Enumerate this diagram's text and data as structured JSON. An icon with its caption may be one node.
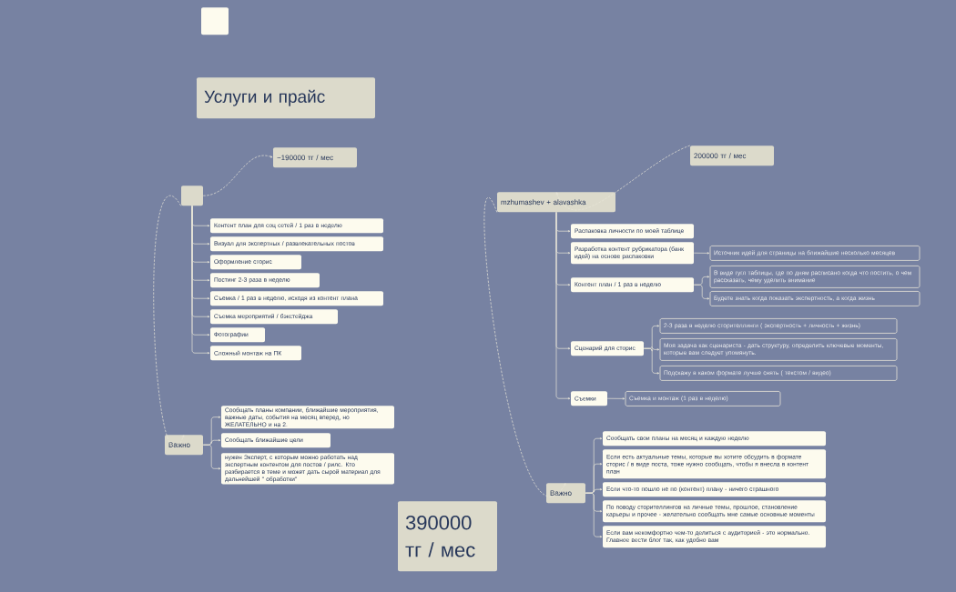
{
  "diagram": {
    "nodes": [
      {
        "text": [],
        "shape": "box"
      },
      {
        "text": [
          "Услуги и прайс"
        ]
      },
      {
        "text": [
          "~190000 тг / мес"
        ]
      },
      {
        "text": [],
        "shape": "box"
      },
      {
        "text": [
          "Контент план для соц сетей / 1 раз в неделю"
        ]
      },
      {
        "text": [
          "Визуал для экспертных / развлекательных постов"
        ]
      },
      {
        "text": [
          "Оформление сторис"
        ]
      },
      {
        "text": [
          "Постинг 2-3 раза в неделю"
        ]
      },
      {
        "text": [
          "Съемка / 1 раз в неделю, исходя из контент плана"
        ]
      },
      {
        "text": [
          "Съемка мероприятий / бэкстейджа"
        ]
      },
      {
        "text": [
          "Фотографии"
        ]
      },
      {
        "text": [
          "Сложный монтаж на ПК"
        ]
      },
      {
        "text": [
          "Важно"
        ]
      },
      {
        "text": [
          "Сообщать планы компании, ближайшие мероприятия, важные даты, события на месяц вперед, но ЖЕЛАТЕЛЬНО и на 2."
        ]
      },
      {
        "text": [
          "Сообщать ближайшие цели"
        ]
      },
      {
        "text": [
          "нужен Эксперт, с которым можно работать над экспертным контентом для постов / рилс. Кто разбирается в теме и может дать сырой материал для дальнейшей \" обработки\""
        ]
      },
      {
        "text": [
          "390000 тг / мес"
        ]
      },
      {
        "text": [
          "200000 тг / мес"
        ]
      },
      {
        "text": [
          "mzhumashev + alavashka"
        ]
      },
      {
        "text": [
          "Распаковка личности по моей таблице"
        ]
      },
      {
        "text": [
          "Разработка контент рубрикатора (банк идей) на основе распаковки"
        ]
      },
      {
        "text": [
          "Источник идей для страницы на ближайшие несколько месяцев"
        ]
      },
      {
        "text": [
          "Контент план / 1 раз в неделю"
        ]
      },
      {
        "text": [
          "В виде гугл таблицы, где по дням расписано когда что постить, о чем рассказать, чему уделить внимание"
        ]
      },
      {
        "text": [
          "Будете знать когда показать экспертность, а когда жизнь"
        ]
      },
      {
        "text": [
          "Сценарий для сторис"
        ]
      },
      {
        "text": [
          "2-3 раза в неделю сторителлинги ( экспертность + личность + жизнь)"
        ]
      },
      {
        "text": [
          "Моя задача как сценариста - дать структуру, определить ключевые моменты, которые вам следует упомянуть."
        ]
      },
      {
        "text": [
          "Подскажу в каком формате лучше снять ( текстом / видео)"
        ]
      },
      {
        "text": [
          "Съемки"
        ]
      },
      {
        "text": [
          "Съемка и монтаж (1 раз в неделю)"
        ]
      },
      {
        "text": [
          "Важно"
        ]
      },
      {
        "text": [
          "Сообщать свои планы на месяц и каждую неделю"
        ]
      },
      {
        "text": [
          "Если есть актуальные темы, которые вы хотите обсудить в формате сторис / в виде поста, тоже нужно сообщать, чтобы я внесла в контент план"
        ]
      },
      {
        "text": [
          "Если что-то пошло не по (контент) плану - ничего страшного"
        ]
      },
      {
        "text": [
          "По поводу сторителлингов на личные темы, прошлое, становление карьеры и прочее - желательно сообщать мне самые основные моменты"
        ]
      },
      {
        "text": [
          "Если вам некомфортно чем-то делиться с аудиторией - это нормально. Главное вести блог так, как удобно вам"
        ]
      }
    ],
    "edges": [
      {
        "from": 3,
        "to": 2,
        "arrow": "to",
        "style": "dashed"
      },
      {
        "from": 3,
        "to": 4,
        "arrow": "to"
      },
      {
        "from": 3,
        "to": 5,
        "arrow": "to"
      },
      {
        "from": 3,
        "to": 6,
        "arrow": "to"
      },
      {
        "from": 3,
        "to": 7,
        "arrow": "to"
      },
      {
        "from": 3,
        "to": 8,
        "arrow": "to"
      },
      {
        "from": 3,
        "to": 9,
        "arrow": "to"
      },
      {
        "from": 3,
        "to": 10,
        "arrow": "to"
      },
      {
        "from": 3,
        "to": 11,
        "arrow": "to"
      },
      {
        "from": 3,
        "to": 12,
        "arrow": "to",
        "style": "dashed"
      },
      {
        "from": 12,
        "to": 13,
        "arrow": "to"
      },
      {
        "from": 12,
        "to": 14,
        "arrow": "to"
      },
      {
        "from": 12,
        "to": 15,
        "arrow": "to"
      },
      {
        "from": 17,
        "to": 18,
        "arrow": "to",
        "style": "dashed"
      },
      {
        "from": 18,
        "to": 19,
        "arrow": "to"
      },
      {
        "from": 18,
        "to": 20,
        "arrow": "to"
      },
      {
        "from": 20,
        "to": 21,
        "arrow": "to"
      },
      {
        "from": 18,
        "to": 22,
        "arrow": "to"
      },
      {
        "from": 22,
        "to": 23,
        "arrow": "to"
      },
      {
        "from": 22,
        "to": 24,
        "arrow": "to"
      },
      {
        "from": 18,
        "to": 25,
        "arrow": "to"
      },
      {
        "from": 25,
        "to": 26,
        "arrow": "to"
      },
      {
        "from": 25,
        "to": 27,
        "arrow": "to"
      },
      {
        "from": 25,
        "to": 28,
        "arrow": "to"
      },
      {
        "from": 18,
        "to": 29,
        "arrow": "to"
      },
      {
        "from": 29,
        "to": 30,
        "arrow": "to"
      },
      {
        "from": 18,
        "to": 31,
        "arrow": "to",
        "style": "dashed"
      },
      {
        "from": 31,
        "to": 32,
        "arrow": "to"
      },
      {
        "from": 31,
        "to": 33,
        "arrow": "to"
      },
      {
        "from": 31,
        "to": 34,
        "arrow": "to"
      },
      {
        "from": 31,
        "to": 35,
        "arrow": "to"
      },
      {
        "from": 31,
        "to": 36,
        "arrow": "to"
      }
    ]
  }
}
